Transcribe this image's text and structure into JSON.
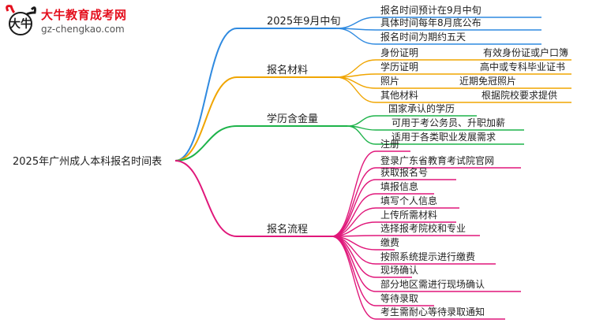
{
  "logo": {
    "title": "大牛教育成考网",
    "subtitle": "gz-chengkao.com",
    "brand_color": "#e4101e"
  },
  "root": {
    "label": "2025年广州成人本科报名时间表"
  },
  "branches": [
    {
      "label": "2025年9月中旬",
      "color": "#2f8ae0",
      "children": [
        {
          "text": "报名时间预计在9月中旬"
        },
        {
          "text": "具体时间每年8月底公布"
        },
        {
          "text": "报名时间为期约五天"
        }
      ]
    },
    {
      "label": "报名材料",
      "color": "#f0a500",
      "children": [
        {
          "text": "身份证明",
          "detail": "有效身份证或户口簿"
        },
        {
          "text": "学历证明",
          "detail": "高中或专科毕业证书"
        },
        {
          "text": "照片",
          "detail": "近期免冠照片"
        },
        {
          "text": "其他材料",
          "detail": "根据院校要求提供"
        }
      ]
    },
    {
      "label": "学历含金量",
      "color": "#1db34a",
      "children": [
        {
          "text": "国家承认的学历"
        },
        {
          "text": "可用于考公务员、升职加薪"
        },
        {
          "text": "适用于各类职业发展需求"
        }
      ]
    },
    {
      "label": "报名流程",
      "color": "#e0177a",
      "children": [
        {
          "text": "注册"
        },
        {
          "text": "登录广东省教育考试院官网"
        },
        {
          "text": "获取报名号"
        },
        {
          "text": "填报信息"
        },
        {
          "text": "填写个人信息"
        },
        {
          "text": "上传所需材料"
        },
        {
          "text": "选择报考院校和专业"
        },
        {
          "text": "缴费"
        },
        {
          "text": "按照系统提示进行缴费"
        },
        {
          "text": "现场确认"
        },
        {
          "text": "部分地区需进行现场确认"
        },
        {
          "text": "等待录取"
        },
        {
          "text": "考生需耐心等待录取通知"
        }
      ]
    }
  ]
}
